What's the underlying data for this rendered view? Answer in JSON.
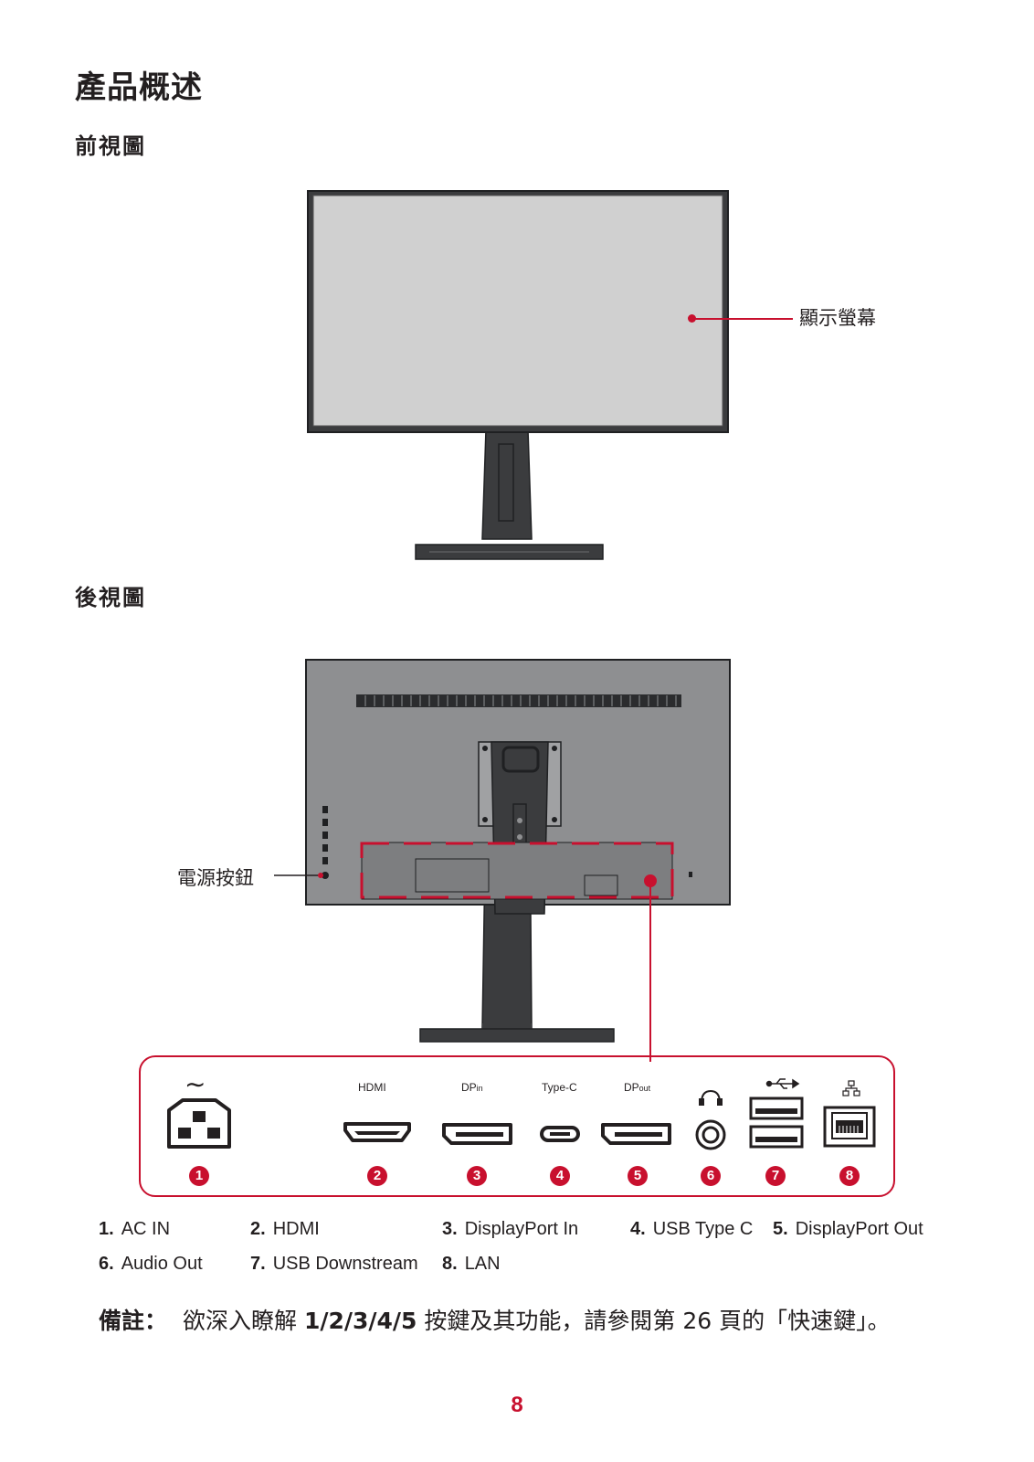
{
  "page": {
    "title": "產品概述",
    "front_view_heading": "前視圖",
    "rear_view_heading": "後視圖",
    "page_number": "8"
  },
  "callouts": {
    "display_screen": "顯示螢幕",
    "power_button": "電源按鈕"
  },
  "ports": [
    {
      "num": "1",
      "label": "",
      "icon": "ac-power-inlet-icon"
    },
    {
      "num": "2",
      "label": "HDMI",
      "icon": "hdmi-port-icon"
    },
    {
      "num": "3",
      "label": "DP",
      "label_sub": "in",
      "icon": "displayport-icon"
    },
    {
      "num": "4",
      "label": "Type-C",
      "icon": "usb-c-port-icon"
    },
    {
      "num": "5",
      "label": "DP",
      "label_sub": "out",
      "icon": "displayport-out-icon"
    },
    {
      "num": "6",
      "label": "",
      "icon": "headphone-icon"
    },
    {
      "num": "7",
      "label": "",
      "icon": "usb-icon"
    },
    {
      "num": "8",
      "label": "",
      "icon": "lan-icon"
    }
  ],
  "legend": [
    {
      "num": "1.",
      "text": "AC IN"
    },
    {
      "num": "2.",
      "text": "HDMI"
    },
    {
      "num": "3.",
      "text": "DisplayPort In"
    },
    {
      "num": "4.",
      "text": "USB Type C"
    },
    {
      "num": "5.",
      "text": "DisplayPort Out"
    },
    {
      "num": "6.",
      "text": "Audio Out"
    },
    {
      "num": "7.",
      "text": "USB Downstream"
    },
    {
      "num": "8.",
      "text": "LAN"
    }
  ],
  "note": {
    "label": "備註：",
    "text_before": "欲深入瞭解 ",
    "keys": "1/2/3/4/5",
    "text_after": " 按鍵及其功能，請參閱第 26 頁的「快速鍵」。"
  },
  "colors": {
    "accent": "#c8102e",
    "monitor_body": "#8e8f91",
    "screen": "#d0d0d0",
    "stand": "#3b3c3e"
  }
}
